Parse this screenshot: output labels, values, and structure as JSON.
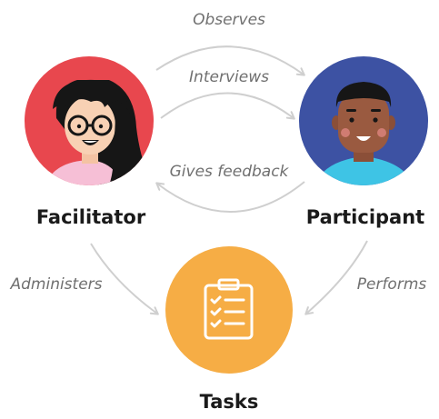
{
  "nodes": {
    "facilitator": {
      "label": "Facilitator",
      "color": "#e8474e"
    },
    "participant": {
      "label": "Participant",
      "color": "#3d52a3"
    },
    "tasks": {
      "label": "Tasks",
      "color": "#f6ad45"
    }
  },
  "edges": {
    "observes": "Observes",
    "interviews": "Interviews",
    "gives_feedback": "Gives feedback",
    "administers": "Administers",
    "performs": "Performs"
  },
  "colors": {
    "arrow": "#cfcfcf",
    "label": "#707070",
    "node_text": "#1a1a1a"
  },
  "icons": {
    "tasks": "clipboard-checklist-icon",
    "facilitator": "facilitator-avatar",
    "participant": "participant-avatar"
  }
}
